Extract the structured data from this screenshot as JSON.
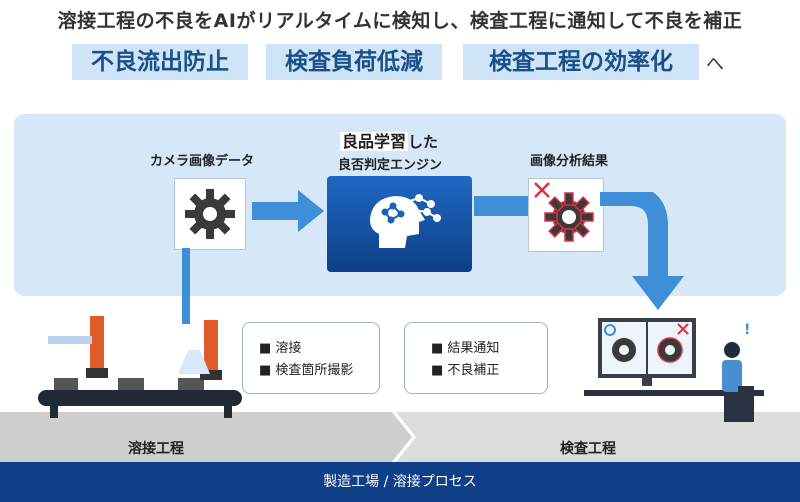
{
  "headline": "溶接工程の不良をAIがリアルタイムに検知し、検査工程に通知して不良を補正",
  "keywords": [
    "不良流出防止",
    "検査負荷低減",
    "検査工程の効率化"
  ],
  "keyword_suffix": "へ",
  "flow": {
    "camera_label": "カメラ画像データ",
    "engine_label_highlight": "良品学習",
    "engine_label_suffix": "した",
    "engine_label_line2": "良否判定エンジン",
    "result_label": "画像分析結果"
  },
  "welding_card": {
    "items": [
      "■ 溶接",
      "■ 検査箇所撮影"
    ]
  },
  "inspection_card": {
    "items": [
      "■ 結果通知",
      "■ 不良補正"
    ]
  },
  "stages": {
    "welding": "溶接工程",
    "inspection": "検査工程"
  },
  "footer": "製造工場 / 溶接プロセス",
  "colors": {
    "accent_blue": "#3f8fd8",
    "navy": "#0f3f86",
    "panel": "#d6e8f8",
    "error_red": "#d9333f"
  },
  "icons": [
    "gear-icon",
    "ai-brain-icon",
    "error-x-icon",
    "robot-arm-icon",
    "worker-icon",
    "monitor-icon"
  ]
}
